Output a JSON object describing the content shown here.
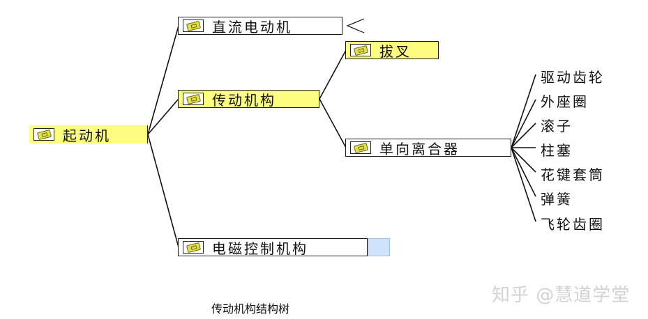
{
  "diagram": {
    "type": "tree",
    "root": {
      "label": "起动机",
      "icon": "topic-icon",
      "fill": "#fdfd80"
    },
    "branches": [
      {
        "label": "直流电动机",
        "icon": "topic-icon",
        "fill": "#ffffff",
        "collapsed_marker": true
      },
      {
        "label": "传动机构",
        "icon": "topic-icon",
        "fill": "#fdfd80",
        "children": [
          {
            "label": "拔叉",
            "icon": "topic-icon",
            "fill": "#fdfd80"
          },
          {
            "label": "单向离合器",
            "icon": "topic-icon",
            "fill": "#ffffff",
            "children": [
              "驱动齿轮",
              "外座圈",
              "滚子",
              "柱塞",
              "花键套筒",
              "弹簧",
              "飞轮齿圈"
            ]
          }
        ]
      },
      {
        "label": "电磁控制机构",
        "icon": "topic-icon",
        "fill": "#ffffff",
        "collapsed_marker": true,
        "marker_fill": "#cfe3fb"
      }
    ]
  },
  "caption": "传动机构结构树",
  "watermark": "知乎 @慧道学堂"
}
